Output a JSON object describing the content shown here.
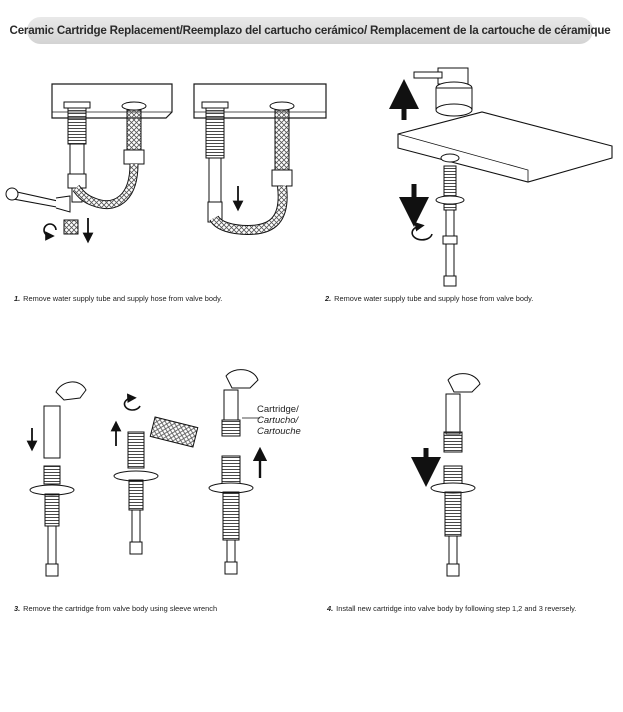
{
  "header": {
    "title": "Ceramic Cartridge Replacement/Reemplazo del cartucho cerámico/ Remplacement de la cartouche de céramique"
  },
  "steps": [
    {
      "number": "1.",
      "text": "Remove water supply tube and supply hose from valve body."
    },
    {
      "number": "2.",
      "text": "Remove water supply tube and supply hose from valve body."
    },
    {
      "number": "3.",
      "text": "Remove the cartridge from valve body using sleeve wrench"
    },
    {
      "number": "4.",
      "text": "Install new cartridge into valve body by following step 1,2 and 3 reversely."
    }
  ],
  "callout": {
    "lines": [
      "Cartridge/",
      "Cartucho/",
      "Cartouche"
    ]
  },
  "colors": {
    "banner": "#d9d9d9",
    "line": "#1a1a1a",
    "hose_pattern": "#555555"
  },
  "icons": [
    "wrench-icon",
    "rotate-arrow-icon",
    "down-arrow-icon",
    "up-arrow-icon",
    "hand-icon",
    "cartridge-icon",
    "braided-hose-icon"
  ]
}
